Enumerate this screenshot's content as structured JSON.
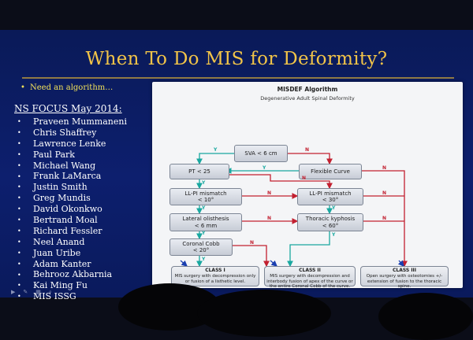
{
  "slide": {
    "title": "When To Do MIS for Deformity?",
    "bullet_algorithm": "Need an algorithm…",
    "ns_focus": "NS FOCUS May 2014:",
    "authors": [
      "Praveen Mummaneni",
      "Chris Shaffrey",
      "Lawrence Lenke",
      "Paul Park",
      "Michael Wang",
      "Frank LaMarca",
      "Justin Smith",
      "Greg Mundis",
      "David Okonkwo",
      "Bertrand Moal",
      "Richard Fessler",
      "Neel Anand",
      "Juan Uribe",
      "Adam Kanter",
      "Behrooz Akbarnia",
      "Kai Ming Fu",
      "MIS ISSG"
    ]
  },
  "diagram": {
    "title": "MISDEF Algorithm",
    "subtitle": "Degenerative Adult Spinal Deformity",
    "nodes": {
      "sva": "SVA < 6 cm",
      "flexible": "Flexible Curve",
      "pt": "PT < 25",
      "llpi1_a": "LL-PI mismatch",
      "llpi1_b": "< 10°",
      "llpi2_a": "LL-PI mismatch",
      "llpi2_b": "< 30°",
      "olis_a": "Lateral olisthesis",
      "olis_b": "< 6 mm",
      "kyph_a": "Thoracic kyphosis",
      "kyph_b": "< 60°",
      "cobb_a": "Coronal Cobb",
      "cobb_b": "< 20°"
    },
    "classes": {
      "c1_head": "CLASS I",
      "c1_text": "MIS surgery with decompression only or fusion of a listhetic level.",
      "c2_head": "CLASS II",
      "c2_text": "MIS surgery with decompression and interbody fusion of apex of the curve or the entire Coronal Cobb of the curve.",
      "c3_head": "CLASS III",
      "c3_text": "Open surgery with osteotomies +/- extension of fusion to the thoracic spine."
    },
    "yes": "Y",
    "no": "N",
    "colors": {
      "yes": "#19a8a0",
      "no": "#c22030",
      "class_link": "#1a3fb0"
    }
  }
}
